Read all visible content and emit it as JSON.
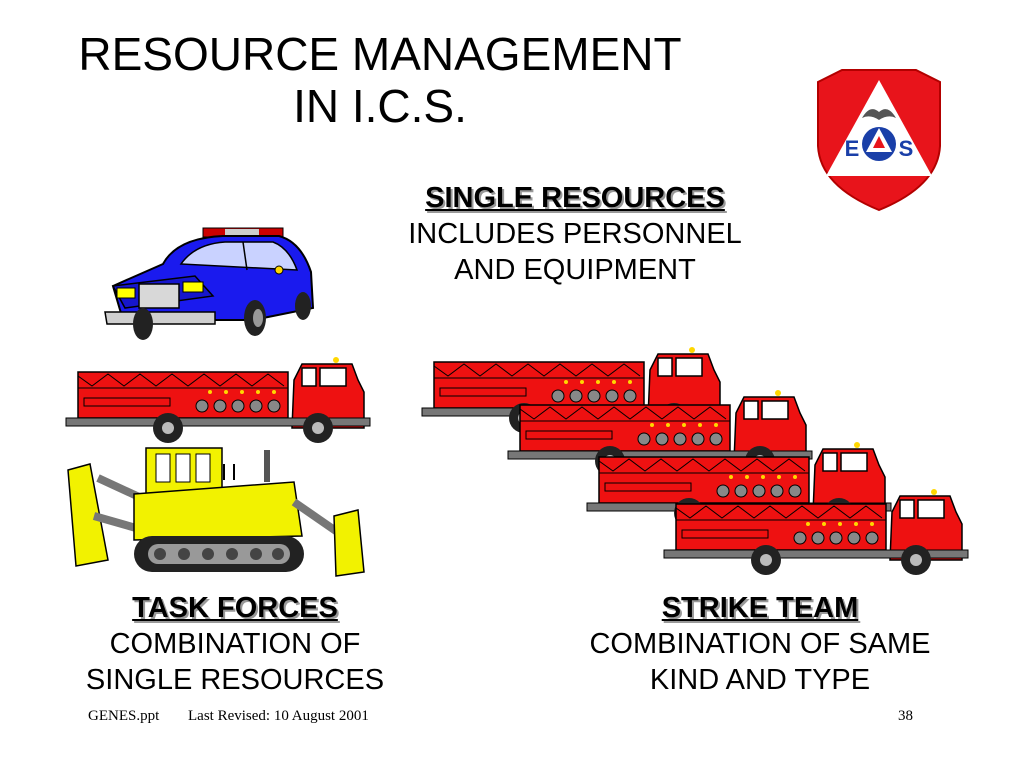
{
  "title": {
    "line1": "RESOURCE MANAGEMENT",
    "line2": "IN I.C.S."
  },
  "logo": {
    "left_letter": "E",
    "right_letter": "S",
    "colors": {
      "shield": "#e8141b",
      "triangle": "#ffffff",
      "emblem": "#1a3fa8"
    }
  },
  "single_resources": {
    "heading": "SINGLE RESOURCES",
    "line1": "INCLUDES PERSONNEL",
    "line2": "AND EQUIPMENT"
  },
  "task_forces": {
    "heading": "TASK FORCES",
    "line1": "COMBINATION OF",
    "line2": "SINGLE RESOURCES"
  },
  "strike_team": {
    "heading": "STRIKE TEAM",
    "line1": "COMBINATION OF SAME",
    "line2": "KIND AND TYPE"
  },
  "footer": {
    "file": "GENES.ppt",
    "revised": "Last Revised: 10 August 2001",
    "page": "38"
  },
  "colors": {
    "fire_truck": "#ee1111",
    "police_car": "#1a1aee",
    "bulldozer": "#f2f200"
  }
}
